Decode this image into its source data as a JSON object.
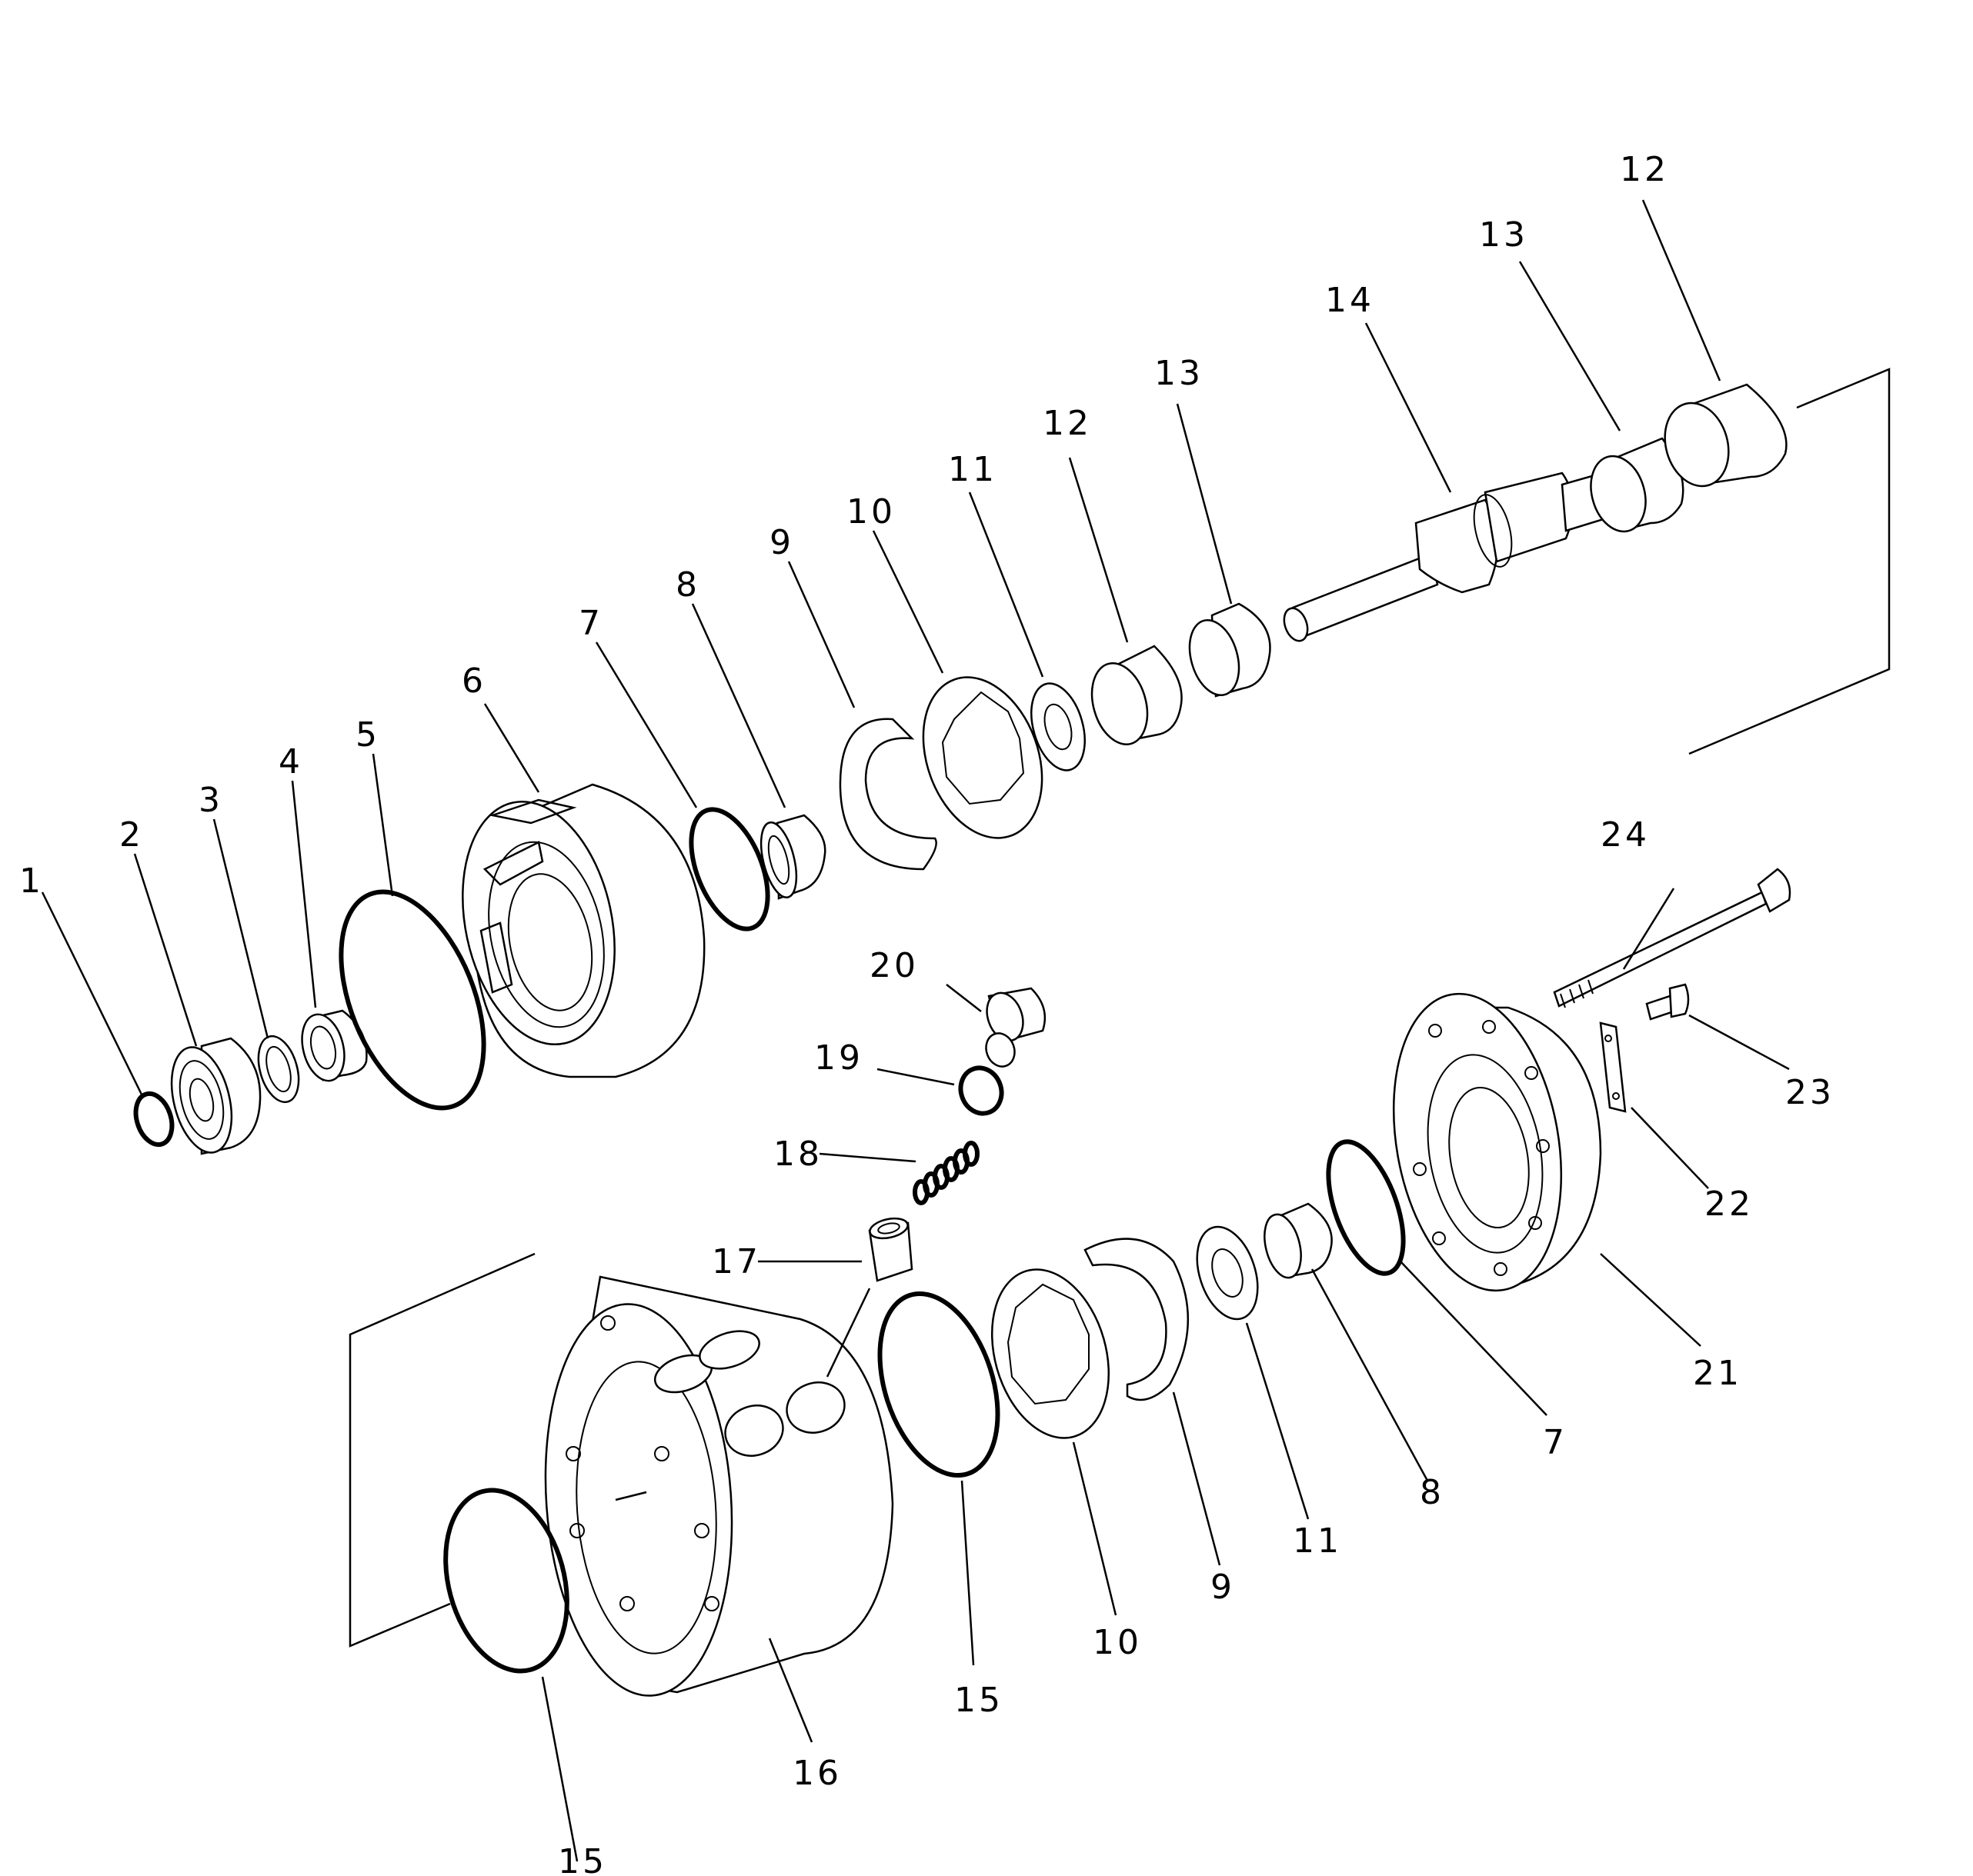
{
  "diagram": {
    "colors": {
      "ink": "#000000",
      "paper": "#ffffff"
    },
    "callouts": [
      {
        "id": "c1",
        "text": "1"
      },
      {
        "id": "c2",
        "text": "2"
      },
      {
        "id": "c3",
        "text": "3"
      },
      {
        "id": "c4",
        "text": "4"
      },
      {
        "id": "c5",
        "text": "5"
      },
      {
        "id": "c6",
        "text": "6"
      },
      {
        "id": "c7a",
        "text": "7"
      },
      {
        "id": "c8a",
        "text": "8"
      },
      {
        "id": "c9a",
        "text": "9"
      },
      {
        "id": "c10a",
        "text": "10"
      },
      {
        "id": "c11a",
        "text": "11"
      },
      {
        "id": "c12a",
        "text": "12"
      },
      {
        "id": "c13a",
        "text": "13"
      },
      {
        "id": "c14",
        "text": "14"
      },
      {
        "id": "c13b",
        "text": "13"
      },
      {
        "id": "c12b",
        "text": "12"
      },
      {
        "id": "c20",
        "text": "20"
      },
      {
        "id": "c19",
        "text": "19"
      },
      {
        "id": "c18",
        "text": "18"
      },
      {
        "id": "c17",
        "text": "17"
      },
      {
        "id": "c24",
        "text": "24"
      },
      {
        "id": "c23",
        "text": "23"
      },
      {
        "id": "c22",
        "text": "22"
      },
      {
        "id": "c21",
        "text": "21"
      },
      {
        "id": "c7b",
        "text": "7"
      },
      {
        "id": "c8b",
        "text": "8"
      },
      {
        "id": "c11b",
        "text": "11"
      },
      {
        "id": "c9b",
        "text": "9"
      },
      {
        "id": "c10b",
        "text": "10"
      },
      {
        "id": "c15a",
        "text": "15"
      },
      {
        "id": "c16",
        "text": "16"
      },
      {
        "id": "c15b",
        "text": "15"
      }
    ]
  }
}
